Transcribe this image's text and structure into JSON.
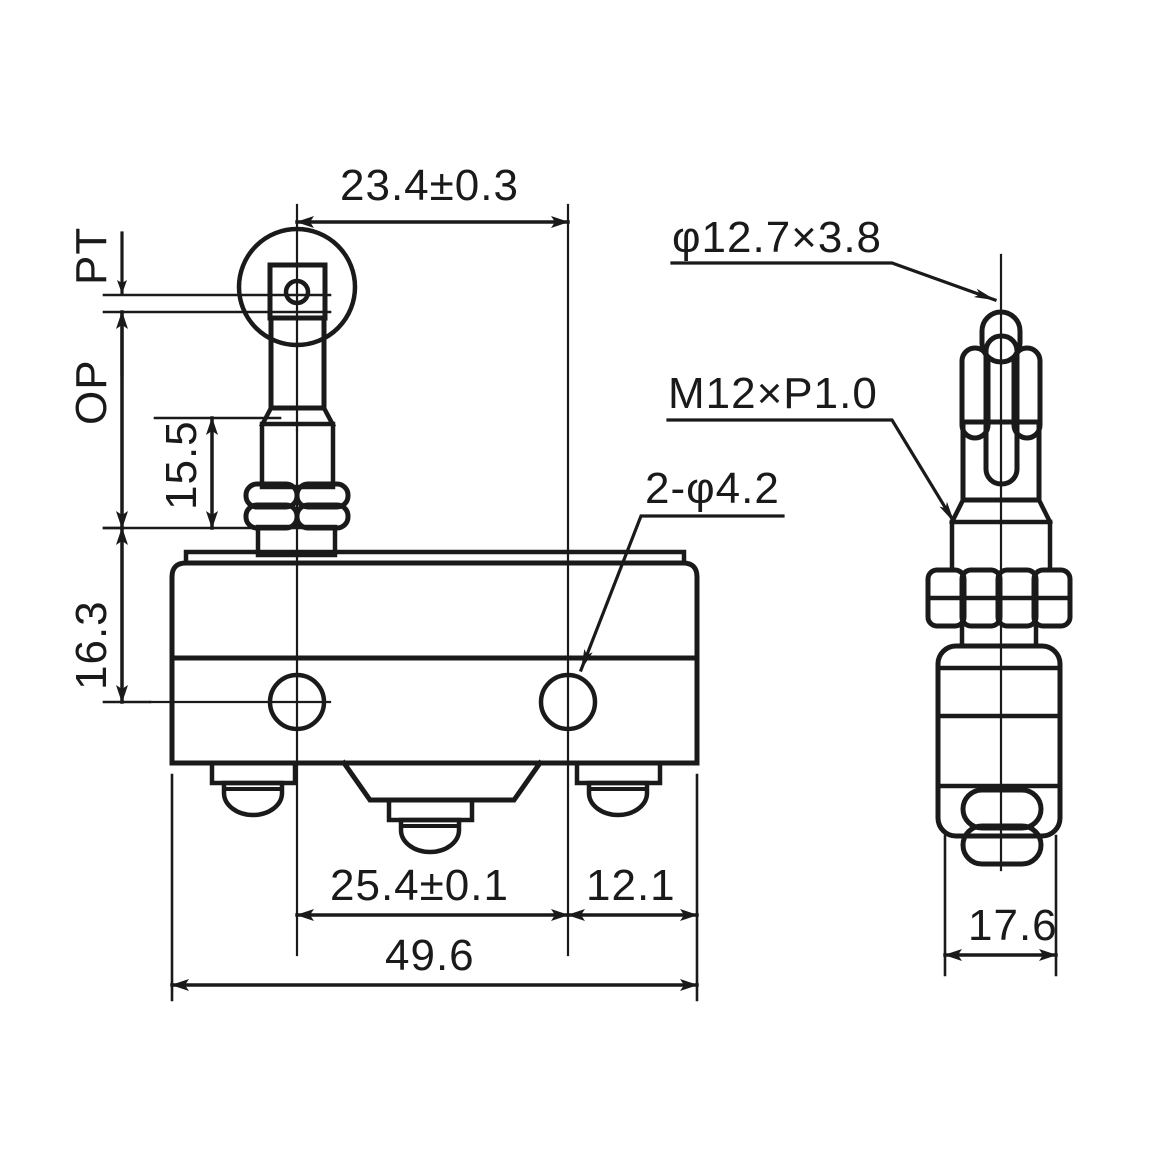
{
  "drawing": {
    "title": "Micro Limit Switch Dimensional Drawing",
    "units": "mm",
    "line_color": "#1a1a1a",
    "background": "#ffffff",
    "views": [
      {
        "name": "front-view",
        "label": ""
      },
      {
        "name": "side-view",
        "label": ""
      }
    ]
  },
  "dimensions": {
    "pt": "PT",
    "op": "OP",
    "travel_15_5": "15.5",
    "height_16_3": "16.3",
    "roller_offset": "23.4±0.3",
    "hole_pitch": "25.4±0.1",
    "right_edge": "12.1",
    "overall_length": "49.6",
    "side_width": "17.6"
  },
  "callouts": {
    "roller": "φ12.7×3.8",
    "thread": "M12×P1.0",
    "mounting_holes": "2-φ4.2"
  }
}
